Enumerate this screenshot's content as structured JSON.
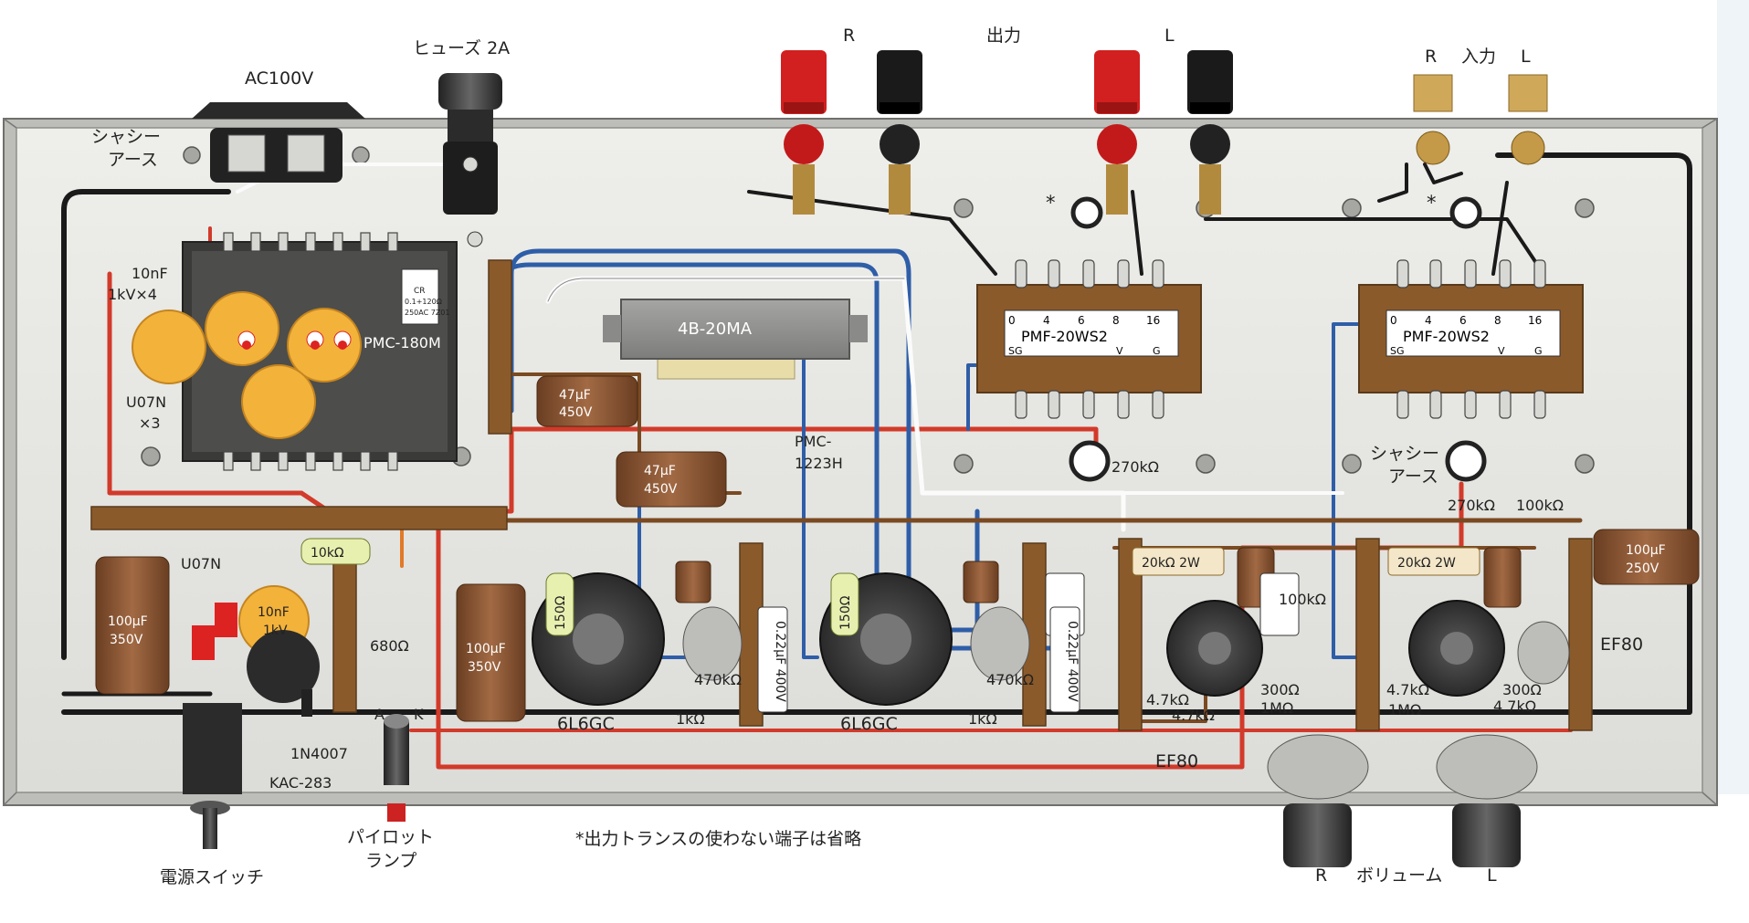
{
  "labels": {
    "ac100v": "AC100V",
    "fuse": "ヒューズ 2A",
    "output": "出力",
    "out_r": "R",
    "out_l": "L",
    "in_r": "R",
    "input": "入力",
    "in_l": "L",
    "chassis_earth_1": "シャシー",
    "chassis_earth_1b": "アース",
    "chassis_earth_2": "シャシー",
    "chassis_earth_2b": "アース",
    "cap_10nf": "10nF",
    "cap_1kv4": "1kV×4",
    "u07n_x3": "U07N",
    "u07n_x3b": "×3",
    "pmc180m": "PMC-180M",
    "cr_note1": "CR",
    "cr_note2": "0.1+120Ω",
    "cr_note3": "250AC 7Z01",
    "choke": "4B-20MA",
    "elec_47_1": "47μF",
    "elec_450_1": "450V",
    "elec_47_2": "47μF",
    "elec_450_2": "450V",
    "pmc1223h_a": "PMC-",
    "pmc1223h_b": "1223H",
    "opt_left": "PMF-20WS2",
    "opt_right": "PMF-20WS2",
    "opt_taps": [
      "0",
      "4",
      "6",
      "8",
      "16"
    ],
    "opt_sg": "SG",
    "opt_v": "V",
    "opt_g": "G",
    "r_270k_1": "270kΩ",
    "r_270k_2": "270kΩ",
    "r_100k_1": "100kΩ",
    "r_100k_2": "100kΩ",
    "r_20k2w_1": "20kΩ 2W",
    "r_20k2w_2": "20kΩ 2W",
    "r_10k": "10kΩ",
    "u07n": "U07N",
    "cap_1nf": "10nF",
    "cap_1kv": "1kV",
    "elec_100_350_1a": "100μF",
    "elec_100_350_1b": "350V",
    "elec_100_350_2a": "100μF",
    "elec_100_350_2b": "350V",
    "elec_100_250a": "100μF",
    "elec_100_250b": "250V",
    "r_680": "680Ω",
    "r_150_1": "150Ω",
    "r_150_2": "150Ω",
    "cap_022_1": "0.22μF 400V",
    "cap_022_2": "0.22μF 400V",
    "r_470k_1": "470kΩ",
    "r_470k_2": "470kΩ",
    "r_1k_1": "1kΩ",
    "r_1k_2": "1kΩ",
    "tube_6l6_1": "6L6GC",
    "tube_6l6_2": "6L6GC",
    "tube_ef80_1": "EF80",
    "tube_ef80_2": "EF80",
    "r_47k_a": "4.7kΩ",
    "r_47k_b": "4.7kΩ",
    "r_47k_c": "4.7kΩ",
    "r_47k_d": "4.7kΩ",
    "r_300_1": "300Ω",
    "r_300_2": "300Ω",
    "r_1m_1": "1MΩ",
    "r_1m_2": "1MΩ",
    "diode": "1N4007",
    "led": "KAC-283",
    "a_k": "A",
    "k": "K",
    "power_switch": "電源スイッチ",
    "pilot_1": "パイロット",
    "pilot_2": "ランプ",
    "note": "*出力トランスの使わない端子は省略",
    "volume_r": "R",
    "volume": "ボリューム",
    "volume_l": "L",
    "star": "*"
  },
  "colors": {
    "chassis": "#e4e4e0",
    "chassis_edge": "#9a9a96",
    "terminal_strip": "#8b5a2b",
    "transformer_body": "#8f8f8d",
    "cap_orange": "#f3b23a",
    "elec_cap": "#8a5a3c",
    "resistor_green": "#e8f0b0",
    "wire_red": "#d23a2a",
    "wire_black": "#1a1a1a",
    "wire_blue": "#2f5ea8",
    "wire_brown": "#7a4a22",
    "wire_white": "#f8f8f8",
    "wire_orange": "#e07a28"
  }
}
